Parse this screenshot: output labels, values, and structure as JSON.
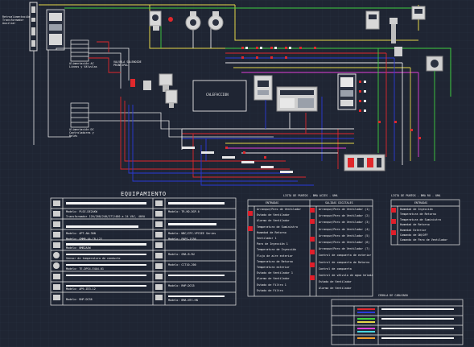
{
  "colors": {
    "background": "#1f2533",
    "grid": "#2a3142",
    "wire_white": "#e8e8e8",
    "wire_red": "#e0282c",
    "wire_blue": "#2a3bd8",
    "wire_green": "#3fd040",
    "wire_yellow": "#e6d84a",
    "wire_magenta": "#e040d8",
    "wire_cyan": "#49d6e0",
    "wire_orange": "#f0a030",
    "table_highlight": "#e01e2a"
  },
  "diagram": {
    "labels": {
      "left_device": "Retroalimentación Transformador Auxiliar",
      "terminal_block_1": "Alimentación AC Líneas y Válvulas",
      "terminal_block_2": "Alimentación DC Controladores y Relés",
      "valve_label": "VALVULA SOLENOIDE PRINCIPAL",
      "center_box": "CALEFACCION"
    }
  },
  "equipment": {
    "title": "EQUIPAMIENTO",
    "left_rows": [
      {
        "icon": "monitor-icon",
        "label": "",
        "value": ""
      },
      {
        "icon": "device-icon",
        "label": "Modelo:",
        "value": "PLSE-DE2AKW"
      },
      {
        "icon": "device-icon",
        "label": "",
        "value": "Transformador 120/208/240/277/480 a 24 VAC, 40VA"
      },
      {
        "icon": "device-icon",
        "label": "Modelo:",
        "value": "APT-AW-30N"
      },
      {
        "icon": "device-icon",
        "label": "Modelo:",
        "value": "GMMB-AA-CB-L22"
      },
      {
        "icon": "device-icon",
        "label": "Modelo:",
        "value": "NMB2A4W"
      },
      {
        "icon": "sensor-icon",
        "label": "",
        "value": "Sensor de temperatura de conducto"
      },
      {
        "icon": "sensor-icon",
        "label": "Modelo:",
        "value": "TE-DPS4-E4A4-01"
      },
      {
        "icon": "sensor-icon",
        "label": "Modelo:",
        "value": "AP9-ZE3-12"
      },
      {
        "icon": "device-icon",
        "label": "Modelo:",
        "value": "RHP-DCS6"
      }
    ],
    "right_rows": [
      {
        "icon": "panel-icon",
        "label": "",
        "value": ""
      },
      {
        "icon": "panel-icon",
        "label": "Modelo:",
        "value": "TR-HD-DGP-0"
      },
      {
        "icon": "panel-icon",
        "label": "",
        "value": ""
      },
      {
        "icon": "panel-icon",
        "label": "Modelo:",
        "value": "NBC/CPC-VPCSEE Series"
      },
      {
        "icon": "panel-icon",
        "label": "Modelo:",
        "value": "PAPS-1S56"
      },
      {
        "icon": "panel-icon",
        "label": "Modelo:",
        "value": "GMA-B-RU"
      },
      {
        "icon": "panel-icon",
        "label": "Modelo:",
        "value": "CCT10-200"
      },
      {
        "icon": "panel-icon",
        "label": "Modelo:",
        "value": "RHP-DCS5"
      },
      {
        "icon": "panel-icon",
        "label": "Modelo:",
        "value": "BMA-NTC-HN"
      }
    ]
  },
  "points_list_1": {
    "title": "LISTA DE PUNTOS - BMA ACCES - UMA",
    "col_left": "ENTRADAS",
    "col_right": "SALIDAS DIGITALES",
    "left_rows": [
      "Arranque/Paro de Ventilador",
      "Estado de Ventilador",
      "Alarma de Ventilador",
      "Temperatura de Suministro",
      "Humedad de Retorno",
      "Ventilador 1",
      "Paro de Inyección 1",
      "Temperatura de Inyección",
      "Flujo de aire exterior",
      "Temperatura de Retorno",
      "Temperatura exterior",
      "Estado de Ventilador 1",
      "Alarma de Ventilador",
      "Estado de Filtro 1",
      "Estado de Filtro"
    ],
    "right_rows": [
      "Arranque/Paro de Ventilador (1)",
      "Arranque/Paro de Ventilador (2)",
      "Arranque/Paro de Ventilador (3)",
      "Arranque/Paro de Ventilador (4)",
      "Arranque/Paro de Ventilador (5)",
      "Arranque/Paro de Ventilador (6)",
      "Arranque/Paro de Ventilador (7)",
      "Control de compuerta de exterior",
      "Control de compuerta de Retorno",
      "Control de compuerta",
      "Control de válvula de agua helada",
      "Estado de Ventilador",
      "Alarma de Ventilador"
    ]
  },
  "points_list_2": {
    "title": "LISTA DE PUNTOS - BMA RU - UMA",
    "col_header": "ENTRADAS",
    "rows": [
      "Humedad de Inyección",
      "Temperatura de Retorno",
      "Temperatura de Suministro",
      "Humedad de Retorno",
      "Humedad Exterior",
      "Comando de ON/OFF",
      "Comando de Paro de Ventilador"
    ]
  },
  "cable_schedule": {
    "title": "CEDULA DE CABLEADO"
  }
}
